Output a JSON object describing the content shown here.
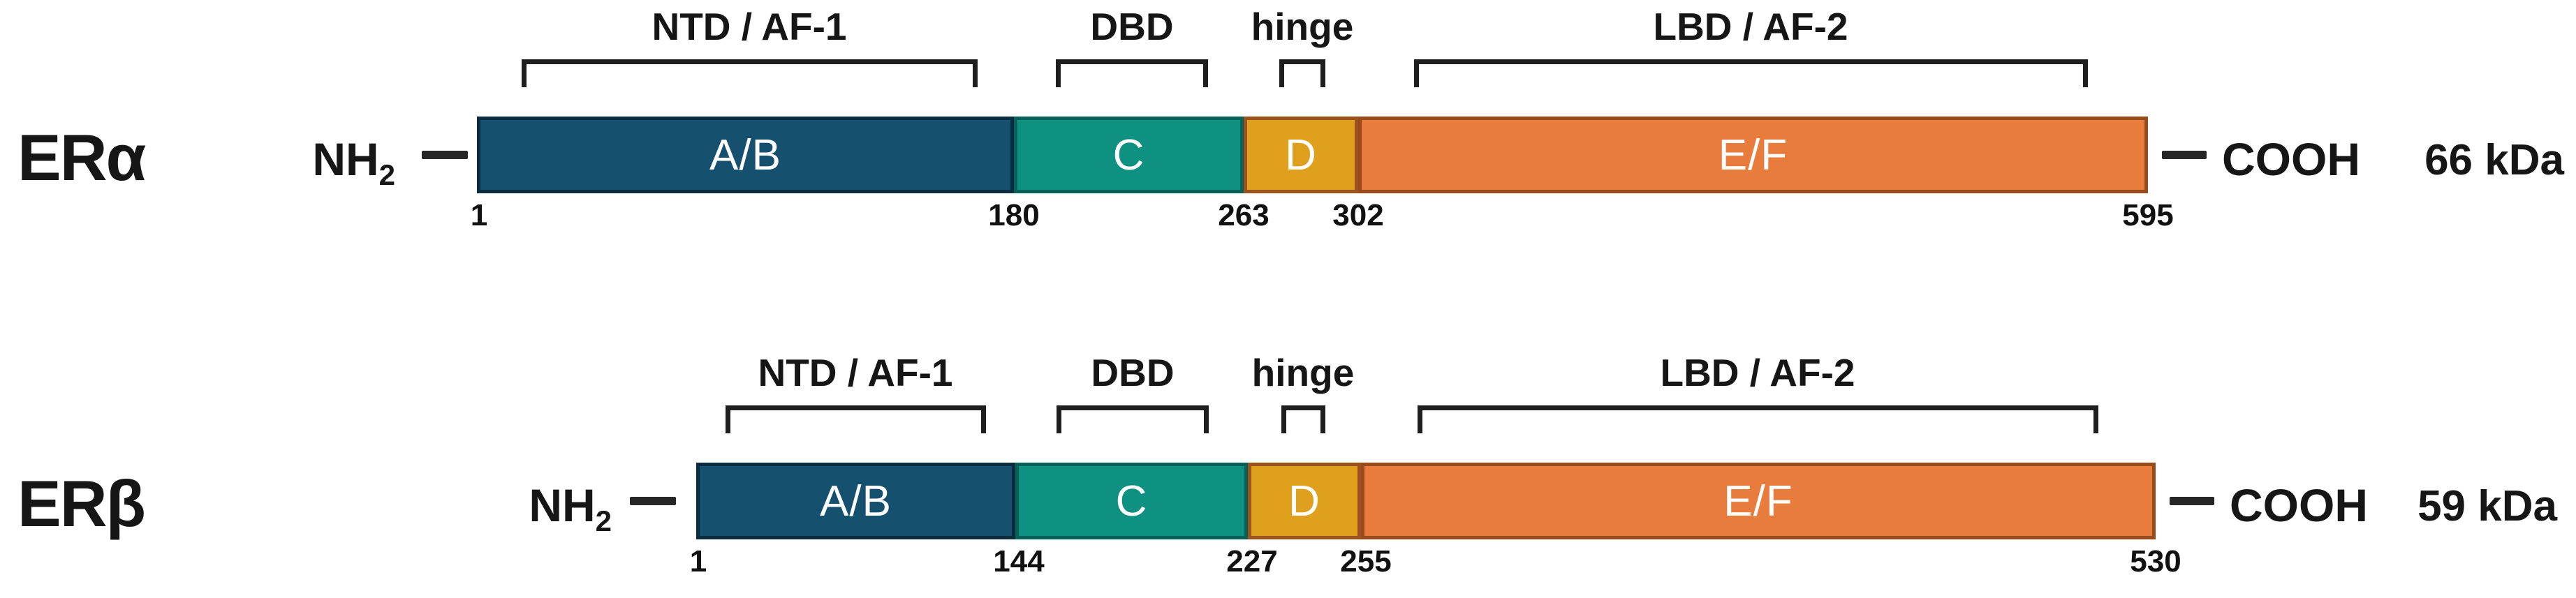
{
  "figure": {
    "background": "#ffffff",
    "line_color": "#1f1f1f",
    "domain_text_color": "#ffffff"
  },
  "receptors": [
    {
      "name": "ERα",
      "n_terminus": {
        "text": "NH",
        "subscript": "2"
      },
      "c_terminus": "COOH",
      "molecular_weight": "66 kDa",
      "regions": [
        {
          "label": "NTD / AF-1"
        },
        {
          "label": "DBD"
        },
        {
          "label": "hinge"
        },
        {
          "label": "LBD / AF-2"
        }
      ],
      "domains": [
        {
          "label": "A/B",
          "fill": "#15506e",
          "border": "#0c2c40"
        },
        {
          "label": "C",
          "fill": "#0e9181",
          "border": "#086158"
        },
        {
          "label": "D",
          "fill": "#dfa11d",
          "border": "#9c521c"
        },
        {
          "label": "E/F",
          "fill": "#e87c3d",
          "border": "#9a4b1c"
        }
      ],
      "residue_ticks": [
        "1",
        "180",
        "263",
        "302",
        "595"
      ]
    },
    {
      "name": "ERβ",
      "n_terminus": {
        "text": "NH",
        "subscript": "2"
      },
      "c_terminus": "COOH",
      "molecular_weight": "59 kDa",
      "regions": [
        {
          "label": "NTD / AF-1"
        },
        {
          "label": "DBD"
        },
        {
          "label": "hinge"
        },
        {
          "label": "LBD / AF-2"
        }
      ],
      "domains": [
        {
          "label": "A/B",
          "fill": "#15506e",
          "border": "#0c2c40"
        },
        {
          "label": "C",
          "fill": "#0e9181",
          "border": "#086158"
        },
        {
          "label": "D",
          "fill": "#dfa11d",
          "border": "#9c521c"
        },
        {
          "label": "E/F",
          "fill": "#e87c3d",
          "border": "#9a4b1c"
        }
      ],
      "residue_ticks": [
        "1",
        "144",
        "227",
        "255",
        "530"
      ]
    }
  ]
}
